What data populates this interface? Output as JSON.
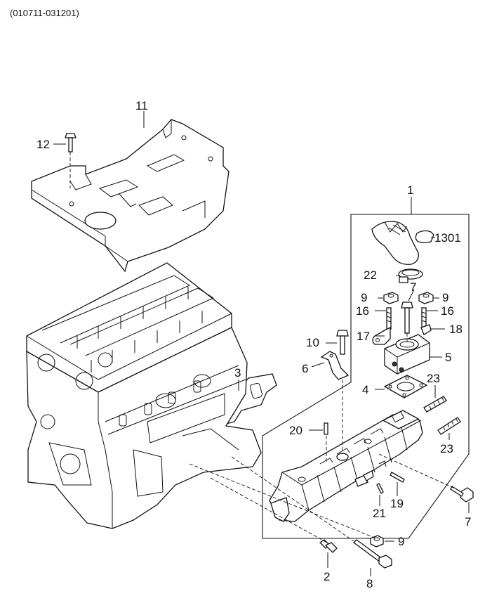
{
  "header": {
    "code": "(010711-031201)"
  },
  "callouts": {
    "c1": "1",
    "c2": "2",
    "c3": "3",
    "c4": "4",
    "c5": "5",
    "c6": "6",
    "c7a": "7",
    "c7b": "7",
    "c8": "8",
    "c9a": "9",
    "c9b": "9",
    "c9c": "9",
    "c10": "10",
    "c11": "11",
    "c12": "12",
    "c16a": "16",
    "c16b": "16",
    "c17": "17",
    "c18": "18",
    "c19": "19",
    "c20": "20",
    "c21": "21",
    "c22": "22",
    "c23a": "23",
    "c23b": "23",
    "c1301": "1301"
  }
}
